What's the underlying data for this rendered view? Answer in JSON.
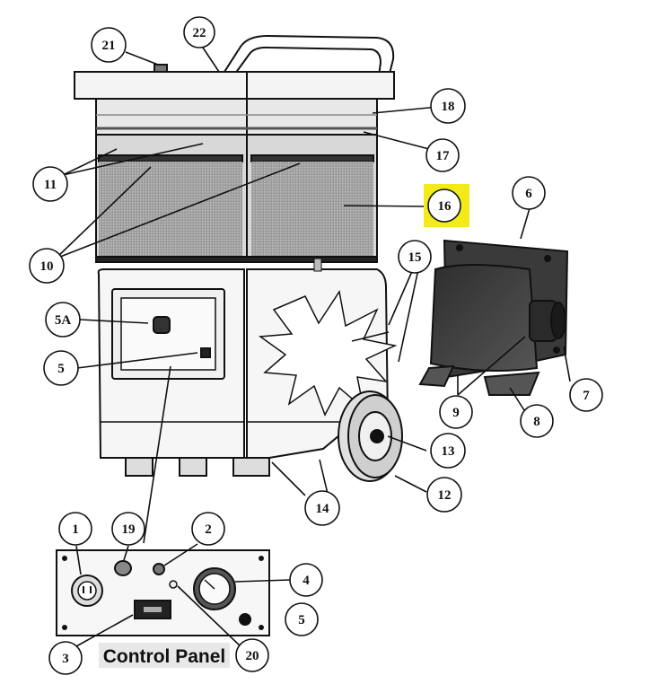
{
  "diagram": {
    "highlight_color": "#f2ea1a",
    "callouts": {
      "c1": "1",
      "c2": "2",
      "c3": "3",
      "c4": "4",
      "c5_panel": "5",
      "c5_body": "5",
      "c5a": "5A",
      "c6": "6",
      "c7": "7",
      "c8": "8",
      "c9": "9",
      "c10": "10",
      "c11": "11",
      "c12": "12",
      "c13": "13",
      "c14": "14",
      "c15": "15",
      "c16": "16",
      "c17": "17",
      "c18": "18",
      "c19": "19",
      "c20": "20",
      "c21": "21",
      "c22": "22"
    },
    "control_panel_title": "Control Panel"
  }
}
